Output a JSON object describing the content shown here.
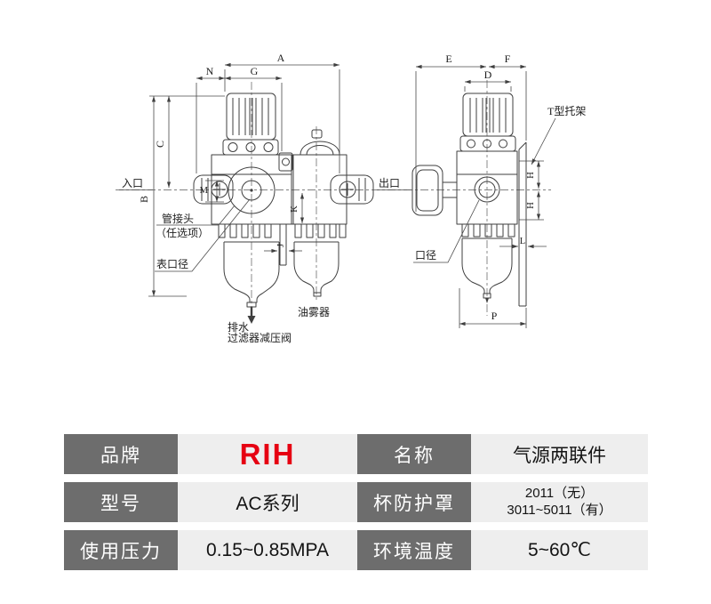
{
  "diagram": {
    "front_view": {
      "dim_a": "A",
      "dim_n": "N",
      "dim_g": "G",
      "dim_c": "C",
      "dim_b": "B",
      "dim_m": "M",
      "dim_k": "K",
      "dim_j": "J",
      "inlet": "入口",
      "outlet": "出口",
      "fitting_note_line1": "管接头",
      "fitting_note_line2": "（任选项）",
      "gauge_port": "表口径",
      "lubricator": "油雾器",
      "drain": "排水",
      "unit_name": "过滤器减压阀"
    },
    "side_view": {
      "dim_e": "E",
      "dim_f": "F",
      "dim_d": "D",
      "dim_h_upper": "H",
      "dim_h_lower": "H",
      "dim_l": "L",
      "dim_p": "P",
      "bracket": "T型托架",
      "port": "口径"
    }
  },
  "table": {
    "colors": {
      "label_bg": "#6d6d6d",
      "value_bg": "#eeeeee",
      "brand_red": "#e60012"
    },
    "rows": [
      {
        "label_left": "品牌",
        "value_left": "RIH",
        "label_right": "名称",
        "value_right": "气源两联件"
      },
      {
        "label_left": "型号",
        "value_left": "AC系列",
        "label_right": "杯防护罩",
        "value_right_line1": "2011（无）",
        "value_right_line2": "3011~5011（有）"
      },
      {
        "label_left": "使用压力",
        "value_left": "0.15~0.85MPA",
        "label_right": "环境温度",
        "value_right": "5~60℃"
      }
    ]
  }
}
